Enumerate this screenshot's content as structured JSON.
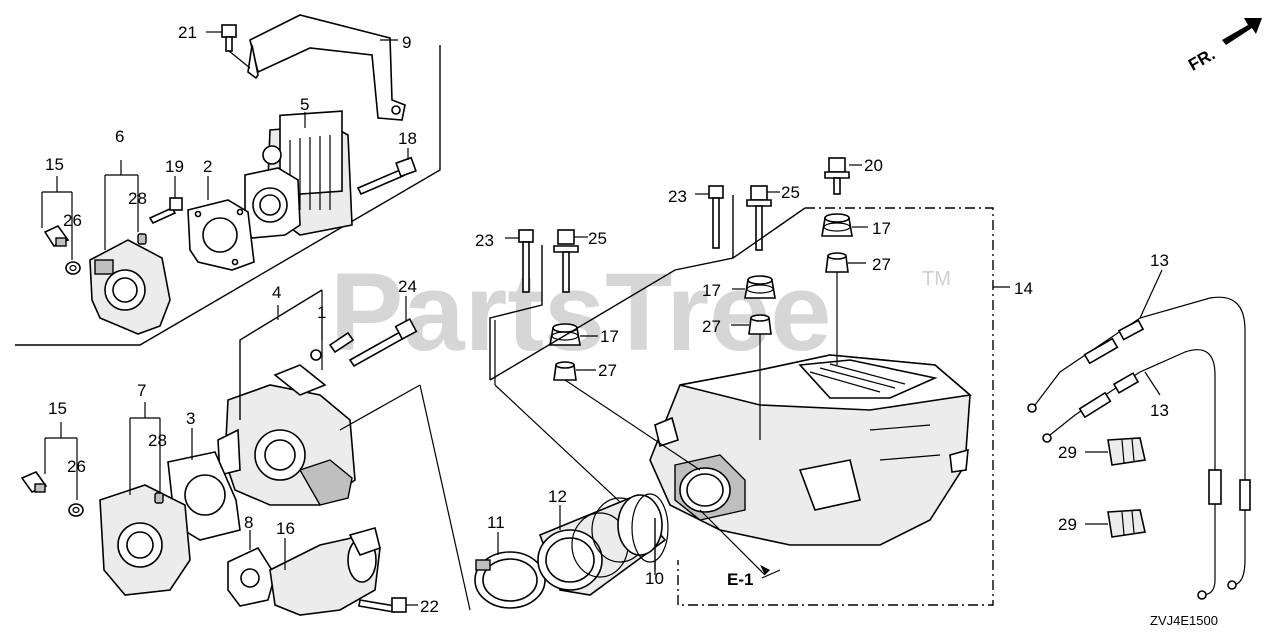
{
  "diagram": {
    "watermark": "PartsTree",
    "trademark": "TM",
    "diagram_code": "ZVJ4E1500",
    "direction_label": "FR.",
    "reference_label": "E-1",
    "callouts": {
      "c1": "1",
      "c2": "2",
      "c3": "3",
      "c4": "4",
      "c5": "5",
      "c6": "6",
      "c7": "7",
      "c8": "8",
      "c9": "9",
      "c10": "10",
      "c11": "11",
      "c12": "12",
      "c13a": "13",
      "c13b": "13",
      "c14": "14",
      "c15a": "15",
      "c15b": "15",
      "c16": "16",
      "c17a": "17",
      "c17b": "17",
      "c17c": "17",
      "c18": "18",
      "c19": "19",
      "c20": "20",
      "c21": "21",
      "c22": "22",
      "c23a": "23",
      "c23b": "23",
      "c24": "24",
      "c25a": "25",
      "c25b": "25",
      "c26a": "26",
      "c26b": "26",
      "c27a": "27",
      "c27b": "27",
      "c27c": "27",
      "c28a": "28",
      "c28b": "28",
      "c29a": "29",
      "c29b": "29"
    }
  }
}
